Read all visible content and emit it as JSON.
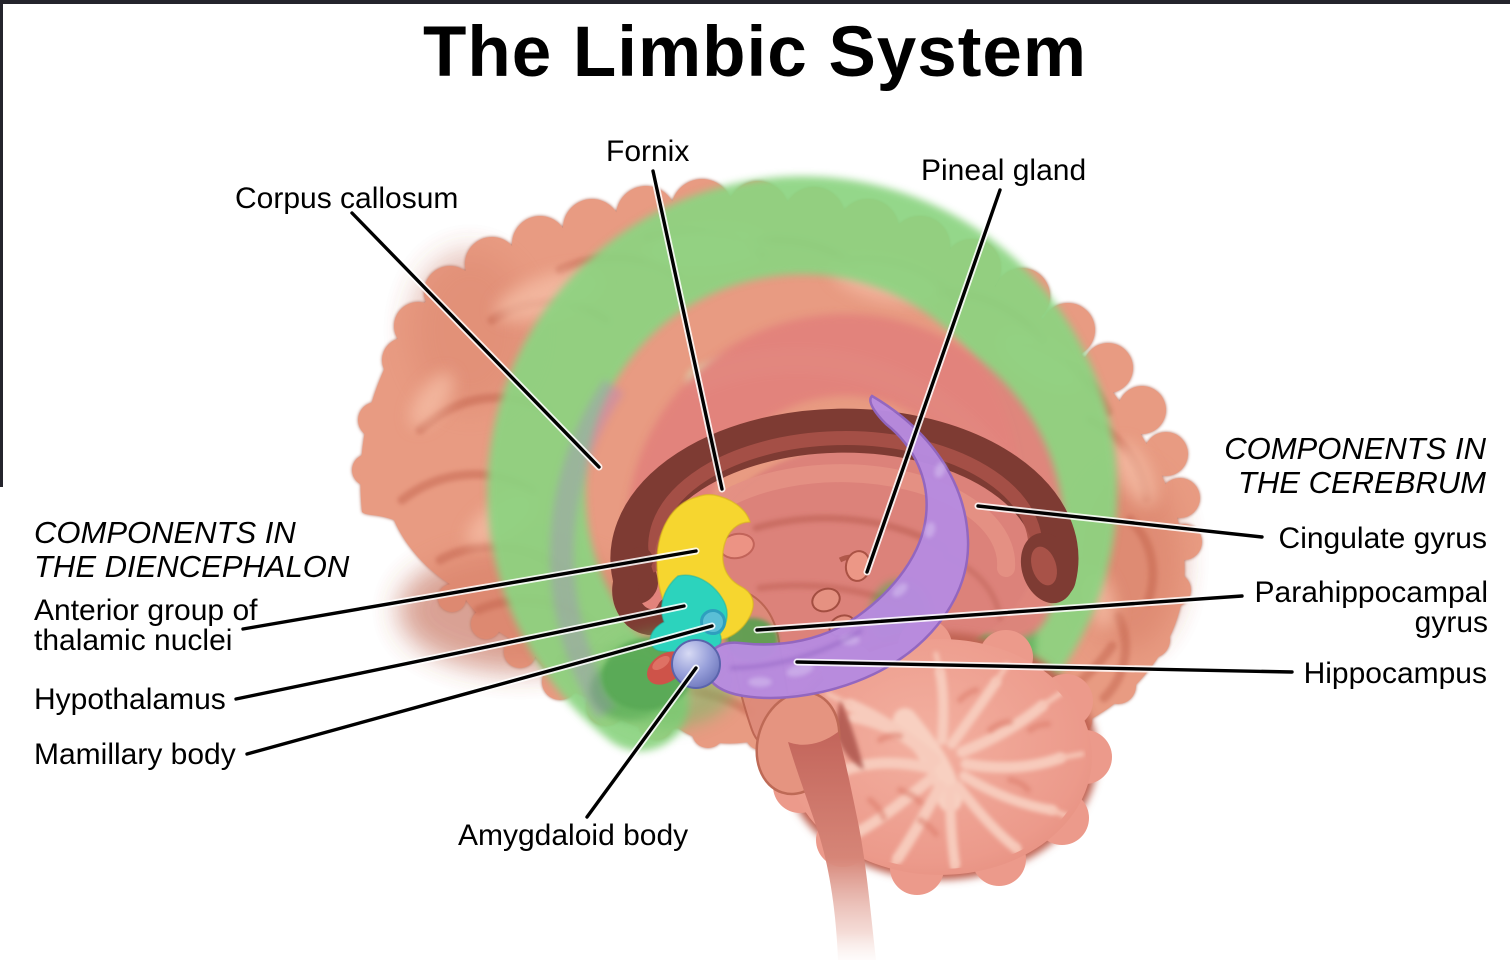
{
  "title": "The Limbic System",
  "callouts": {
    "corpus_callosum": {
      "text": "Corpus callosum"
    },
    "fornix": {
      "text": "Fornix"
    },
    "pineal_gland": {
      "text": "Pineal gland"
    },
    "amygdaloid_body": {
      "text": "Amygdaloid body"
    },
    "hypothalamus": {
      "text": "Hypothalamus"
    },
    "mamillary_body": {
      "text": "Mamillary body"
    },
    "anterior_group": {
      "line1": "Anterior group of",
      "line2": "thalamic nuclei"
    },
    "cingulate_gyrus": {
      "text": "Cingulate gyrus"
    },
    "parahippocampal_gyrus": {
      "line1": "Parahippocampal",
      "line2": "gyrus"
    },
    "hippocampus": {
      "text": "Hippocampus"
    }
  },
  "sections": {
    "diencephalon": {
      "line1": "COMPONENTS IN",
      "line2": "THE DIENCEPHALON"
    },
    "cerebrum": {
      "line1": "COMPONENTS IN",
      "line2": "THE CEREBRUM"
    }
  },
  "colors": {
    "cortex": "#E89B82",
    "cortex_shadow": "#C05F49",
    "cortex_highlight": "#F7C2AA",
    "limbic_green": "#8BD481",
    "deep_green": "#58A854",
    "inner_ring_salmon": "#E2827B",
    "corpus_callosum_dark": "#7E3B33",
    "thalamic_nuclei_yellow": "#F6D62F",
    "hypothalamus_teal": "#2CD3BD",
    "mamillary_blue": "#5ABFD6",
    "amygdala_lavender": "#8C96D8",
    "hippocampus_purple": "#B78BE0",
    "red_nucleus": "#CE5349",
    "cerebellum_pink": "#EC9A8B",
    "arbor_vitae": "#F7CBBC",
    "brainstem_red": "#C3655B",
    "pineal_salmon": "#EC9786",
    "frame_border": "#24242C",
    "leader_line": "#000000",
    "background": "#FFFFFF"
  }
}
